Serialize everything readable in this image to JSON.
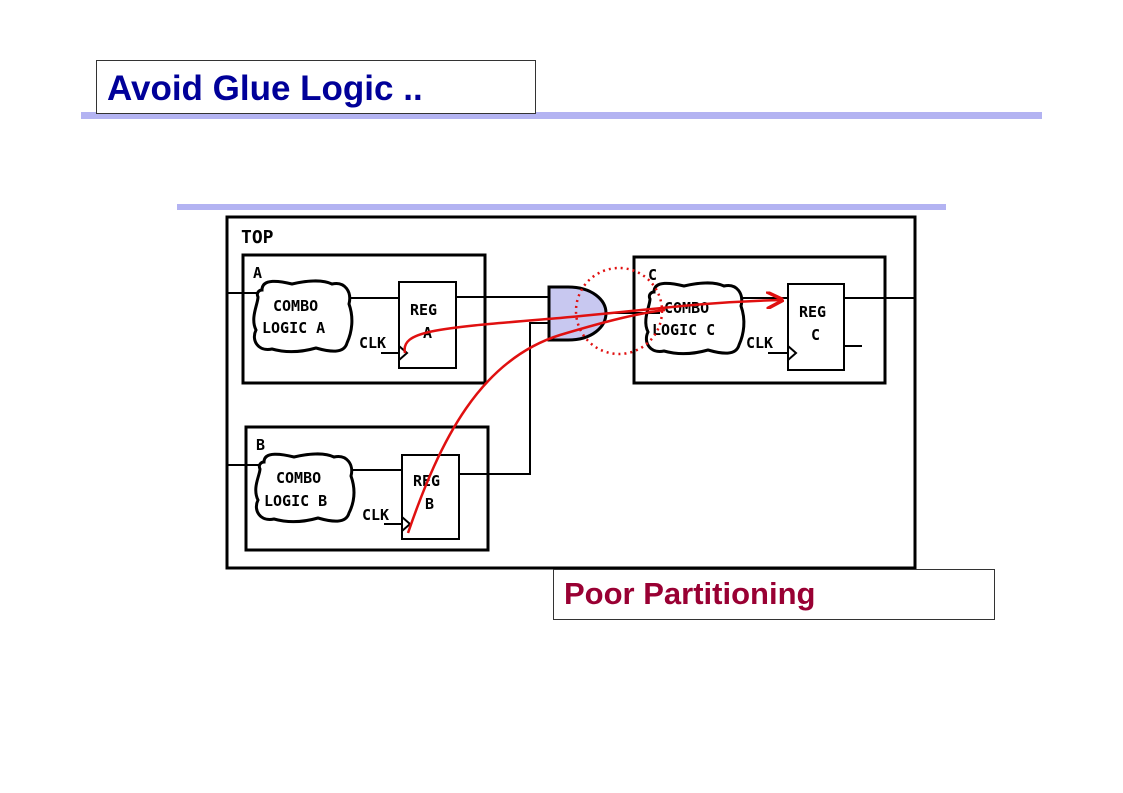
{
  "slide": {
    "title": "Avoid Glue Logic ..",
    "caption": "Poor Partitioning",
    "title_color": "#000099",
    "caption_color": "#990033",
    "rule_color": "#b3b3f2"
  },
  "diagram": {
    "top_label": "TOP",
    "module_a": {
      "label": "A",
      "combo_line1": "COMBO",
      "combo_line2": "LOGIC A",
      "reg_line1": "REG",
      "reg_line2": "A",
      "clk": "CLK"
    },
    "module_b": {
      "label": "B",
      "combo_line1": "COMBO",
      "combo_line2": "LOGIC B",
      "reg_line1": "REG",
      "reg_line2": "B",
      "clk": "CLK"
    },
    "module_c": {
      "label": "C",
      "combo_line1": "COMBO",
      "combo_line2": "LOGIC C",
      "reg_line1": "REG",
      "reg_line2": "C",
      "clk": "CLK"
    },
    "glue_gate_color": "#c8c8f0",
    "path_color": "#e01010"
  }
}
